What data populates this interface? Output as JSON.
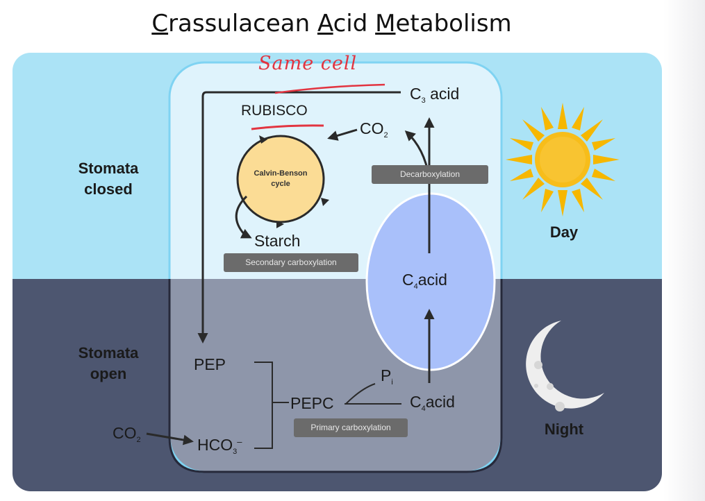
{
  "title": {
    "part1_ul": "C",
    "part1": "rassulacean ",
    "part2_ul": "A",
    "part2": "cid ",
    "part3_ul": "M",
    "part3": "etabolism"
  },
  "side_labels": {
    "stomata_closed": [
      "Stomata",
      "closed"
    ],
    "stomata_open": [
      "Stomata",
      "open"
    ],
    "day": "Day",
    "night": "Night"
  },
  "molecules": {
    "c3_acid": {
      "main": "C",
      "sub": "3",
      "rest": " acid"
    },
    "rubisco": "RUBISCO",
    "co2_top": {
      "main": "CO",
      "sub": "2"
    },
    "starch": "Starch",
    "c4_acid_center": {
      "main": "C",
      "sub": "4",
      "rest": "acid"
    },
    "c4_acid_bottom": {
      "main": "C",
      "sub": "4",
      "rest": "acid"
    },
    "pep": "PEP",
    "pepc": "PEPC",
    "pi": {
      "main": "P",
      "sub": "i"
    },
    "co2_left": {
      "main": "CO",
      "sub": "2"
    },
    "hco3": {
      "main": "HCO",
      "sub": "3",
      "sup": "–"
    }
  },
  "cycle": [
    "Calvin-Benson",
    "cycle"
  ],
  "process_labels": {
    "decarboxylation": "Decarboxylation",
    "secondary_carboxylation": "Secondary carboxylation",
    "primary_carboxylation": "Primary carboxylation"
  },
  "annotation": {
    "text": "Same cell",
    "color": "#e23440"
  },
  "colors": {
    "day_bg": "#abe3f6",
    "night_bg": "#4d5670",
    "cell_day": "#dff3fc",
    "cell_night": "#8e96aa",
    "vacuole": "#a9c0fa",
    "cycle_fill": "#fbdc95",
    "sun": "#f6b700",
    "arrow": "#2a2a2a"
  }
}
